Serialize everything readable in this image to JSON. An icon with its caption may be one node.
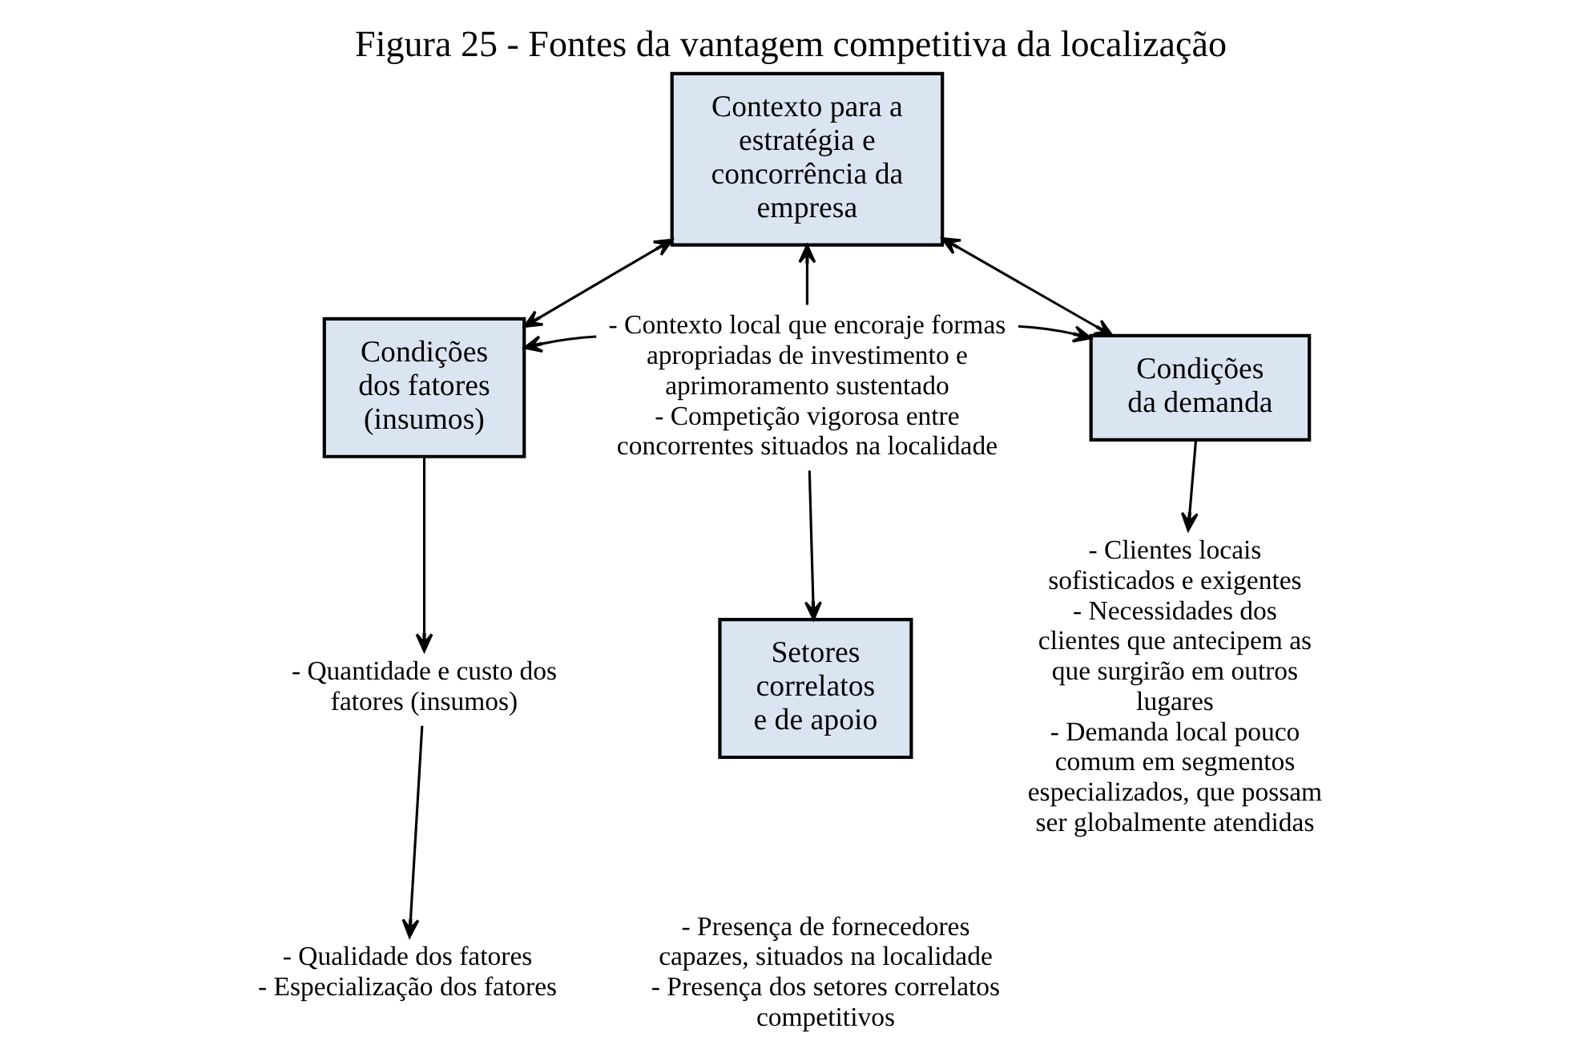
{
  "diagram": {
    "title": "Figura 25 - Fontes da vantagem competitiva da localização",
    "nodes": [
      {
        "text": [
          "Contexto para a estratégia e concorrência da empresa"
        ]
      },
      {
        "text": [
          "Condições dos fatores (insumos)"
        ]
      },
      {
        "text": [
          "- Contexto local que encoraje formas apropriadas de investimento e aprimoramento sustentado",
          "- Competição vigorosa entre concorrentes situados na localidade"
        ]
      },
      {
        "text": [
          "Condições da demanda"
        ]
      },
      {
        "text": [
          "- Quantidade e custo dos fatores (insumos)"
        ]
      },
      {
        "text": [
          "Setores correlatos e de apoio"
        ],
        "beside": [
          "- Presença de fornecedores capazes, situados na localidade",
          "- Presença dos setores correlatos competitivos"
        ]
      },
      {
        "text": [
          "- Clientes locais sofisticados e exigentes",
          "- Necessidades dos clientes que antecipem as que surgirão em outros lugares",
          "- Demanda local pouco comum em segmentos especializados, que possam ser globalmente atendidas"
        ]
      },
      {
        "text": [
          "- Qualidade dos fatores",
          "- Especialização dos fatores"
        ]
      }
    ],
    "edges": [
      {
        "from": 0,
        "to": 1,
        "arrow": "both"
      },
      {
        "from": 0,
        "to": 3,
        "arrow": "both"
      },
      {
        "from": 2,
        "to": 0,
        "arrow": "to"
      },
      {
        "from": 2,
        "to": 1,
        "arrow": "to"
      },
      {
        "from": 2,
        "to": 3,
        "arrow": "to"
      },
      {
        "from": 2,
        "to": 5,
        "arrow": "to"
      },
      {
        "from": 1,
        "to": 4,
        "arrow": "to"
      },
      {
        "from": 3,
        "to": 6,
        "arrow": "to"
      },
      {
        "from": 4,
        "to": 7,
        "arrow": "to"
      }
    ]
  }
}
